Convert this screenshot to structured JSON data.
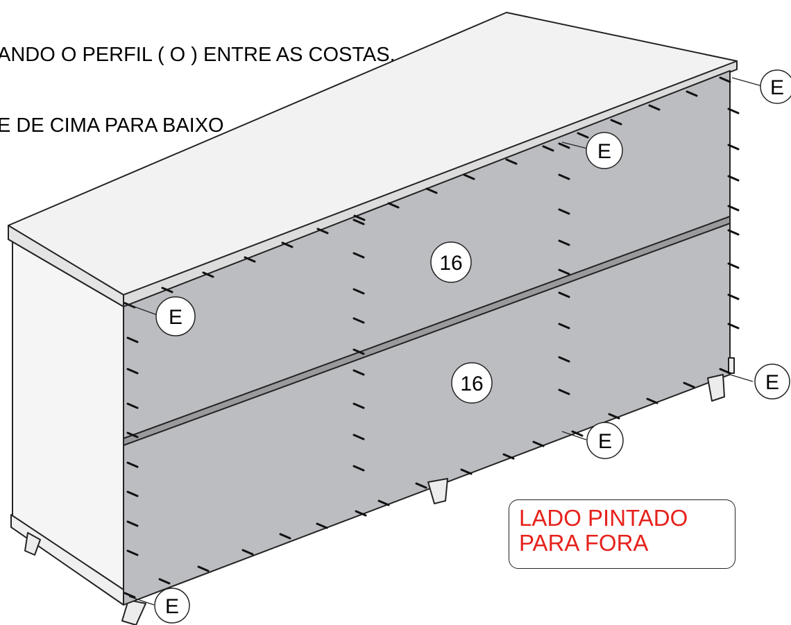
{
  "instructions": {
    "line1": "ANDO O PERFIL ( O ) ENTRE AS COSTAS.",
    "line2": "E DE CIMA PARA BAIXO"
  },
  "callouts": {
    "part_top": "16",
    "part_bottom": "16",
    "screw": "E"
  },
  "note": {
    "line1": "LADO PINTADO",
    "line2": "PARA FORA"
  },
  "colors": {
    "back_panel": "#bcbdc1",
    "note_text": "#e6221c",
    "profile_strip": "#9a9a9e"
  }
}
